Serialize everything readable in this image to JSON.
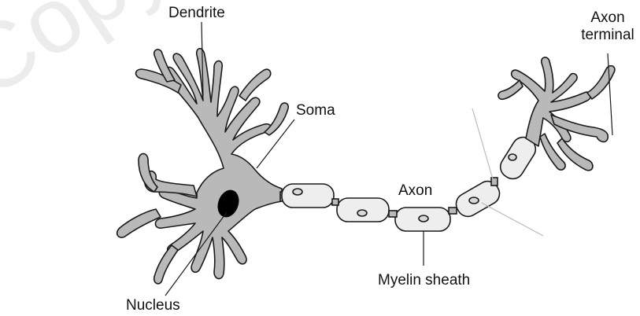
{
  "watermark": "Copyright",
  "labels": {
    "dendrite": "Dendrite",
    "soma": "Soma",
    "axon": "Axon",
    "axon_terminal_line1": "Axon",
    "axon_terminal_line2": "terminal",
    "myelin_sheath": "Myelin sheath",
    "nucleus": "Nucleus"
  },
  "colors": {
    "cell_fill": "#b9b9b9",
    "sheath_fill": "#eeeeee",
    "outline": "#1a1a1a",
    "nucleus": "#000000"
  }
}
